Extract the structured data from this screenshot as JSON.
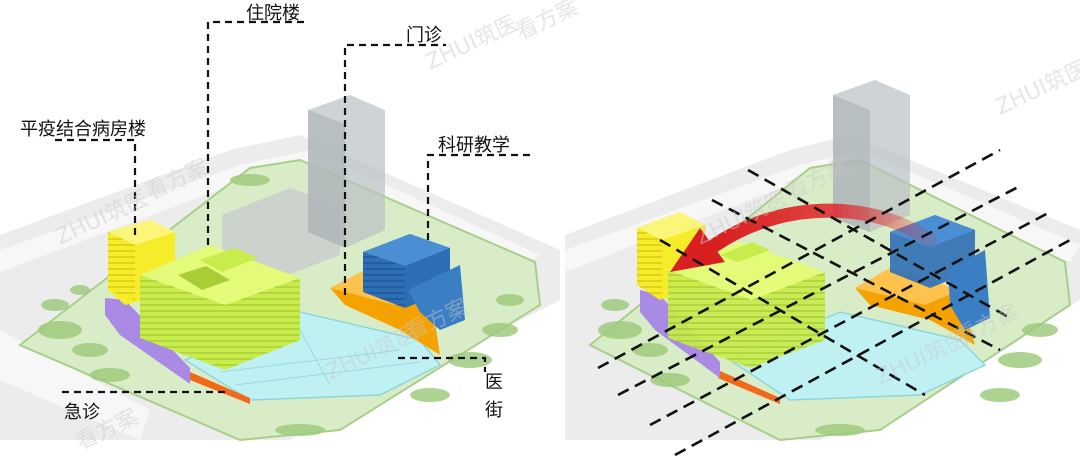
{
  "labels": {
    "inpatient": "住院楼",
    "outpatient": "门诊",
    "pandemic_ward": "平疫结合病房楼",
    "research_teaching": "科研教学",
    "medical_street": "医街",
    "emergency": "急诊"
  },
  "watermark": {
    "brand": "ZHUI筑医",
    "slogan": "看方案"
  },
  "colors": {
    "inpatient": "#c8ec4c",
    "pandemic_ward": "#f6ec2a",
    "outpatient": "#f5a200",
    "research": "#2c6fb5",
    "medical_street": "#bff1f3",
    "emergency": "#f06a1a",
    "purple_base": "#a98be6",
    "context_buildings": "#b8bfc2",
    "greenery": "#a8cf8a",
    "arrow": "#e0262b"
  }
}
